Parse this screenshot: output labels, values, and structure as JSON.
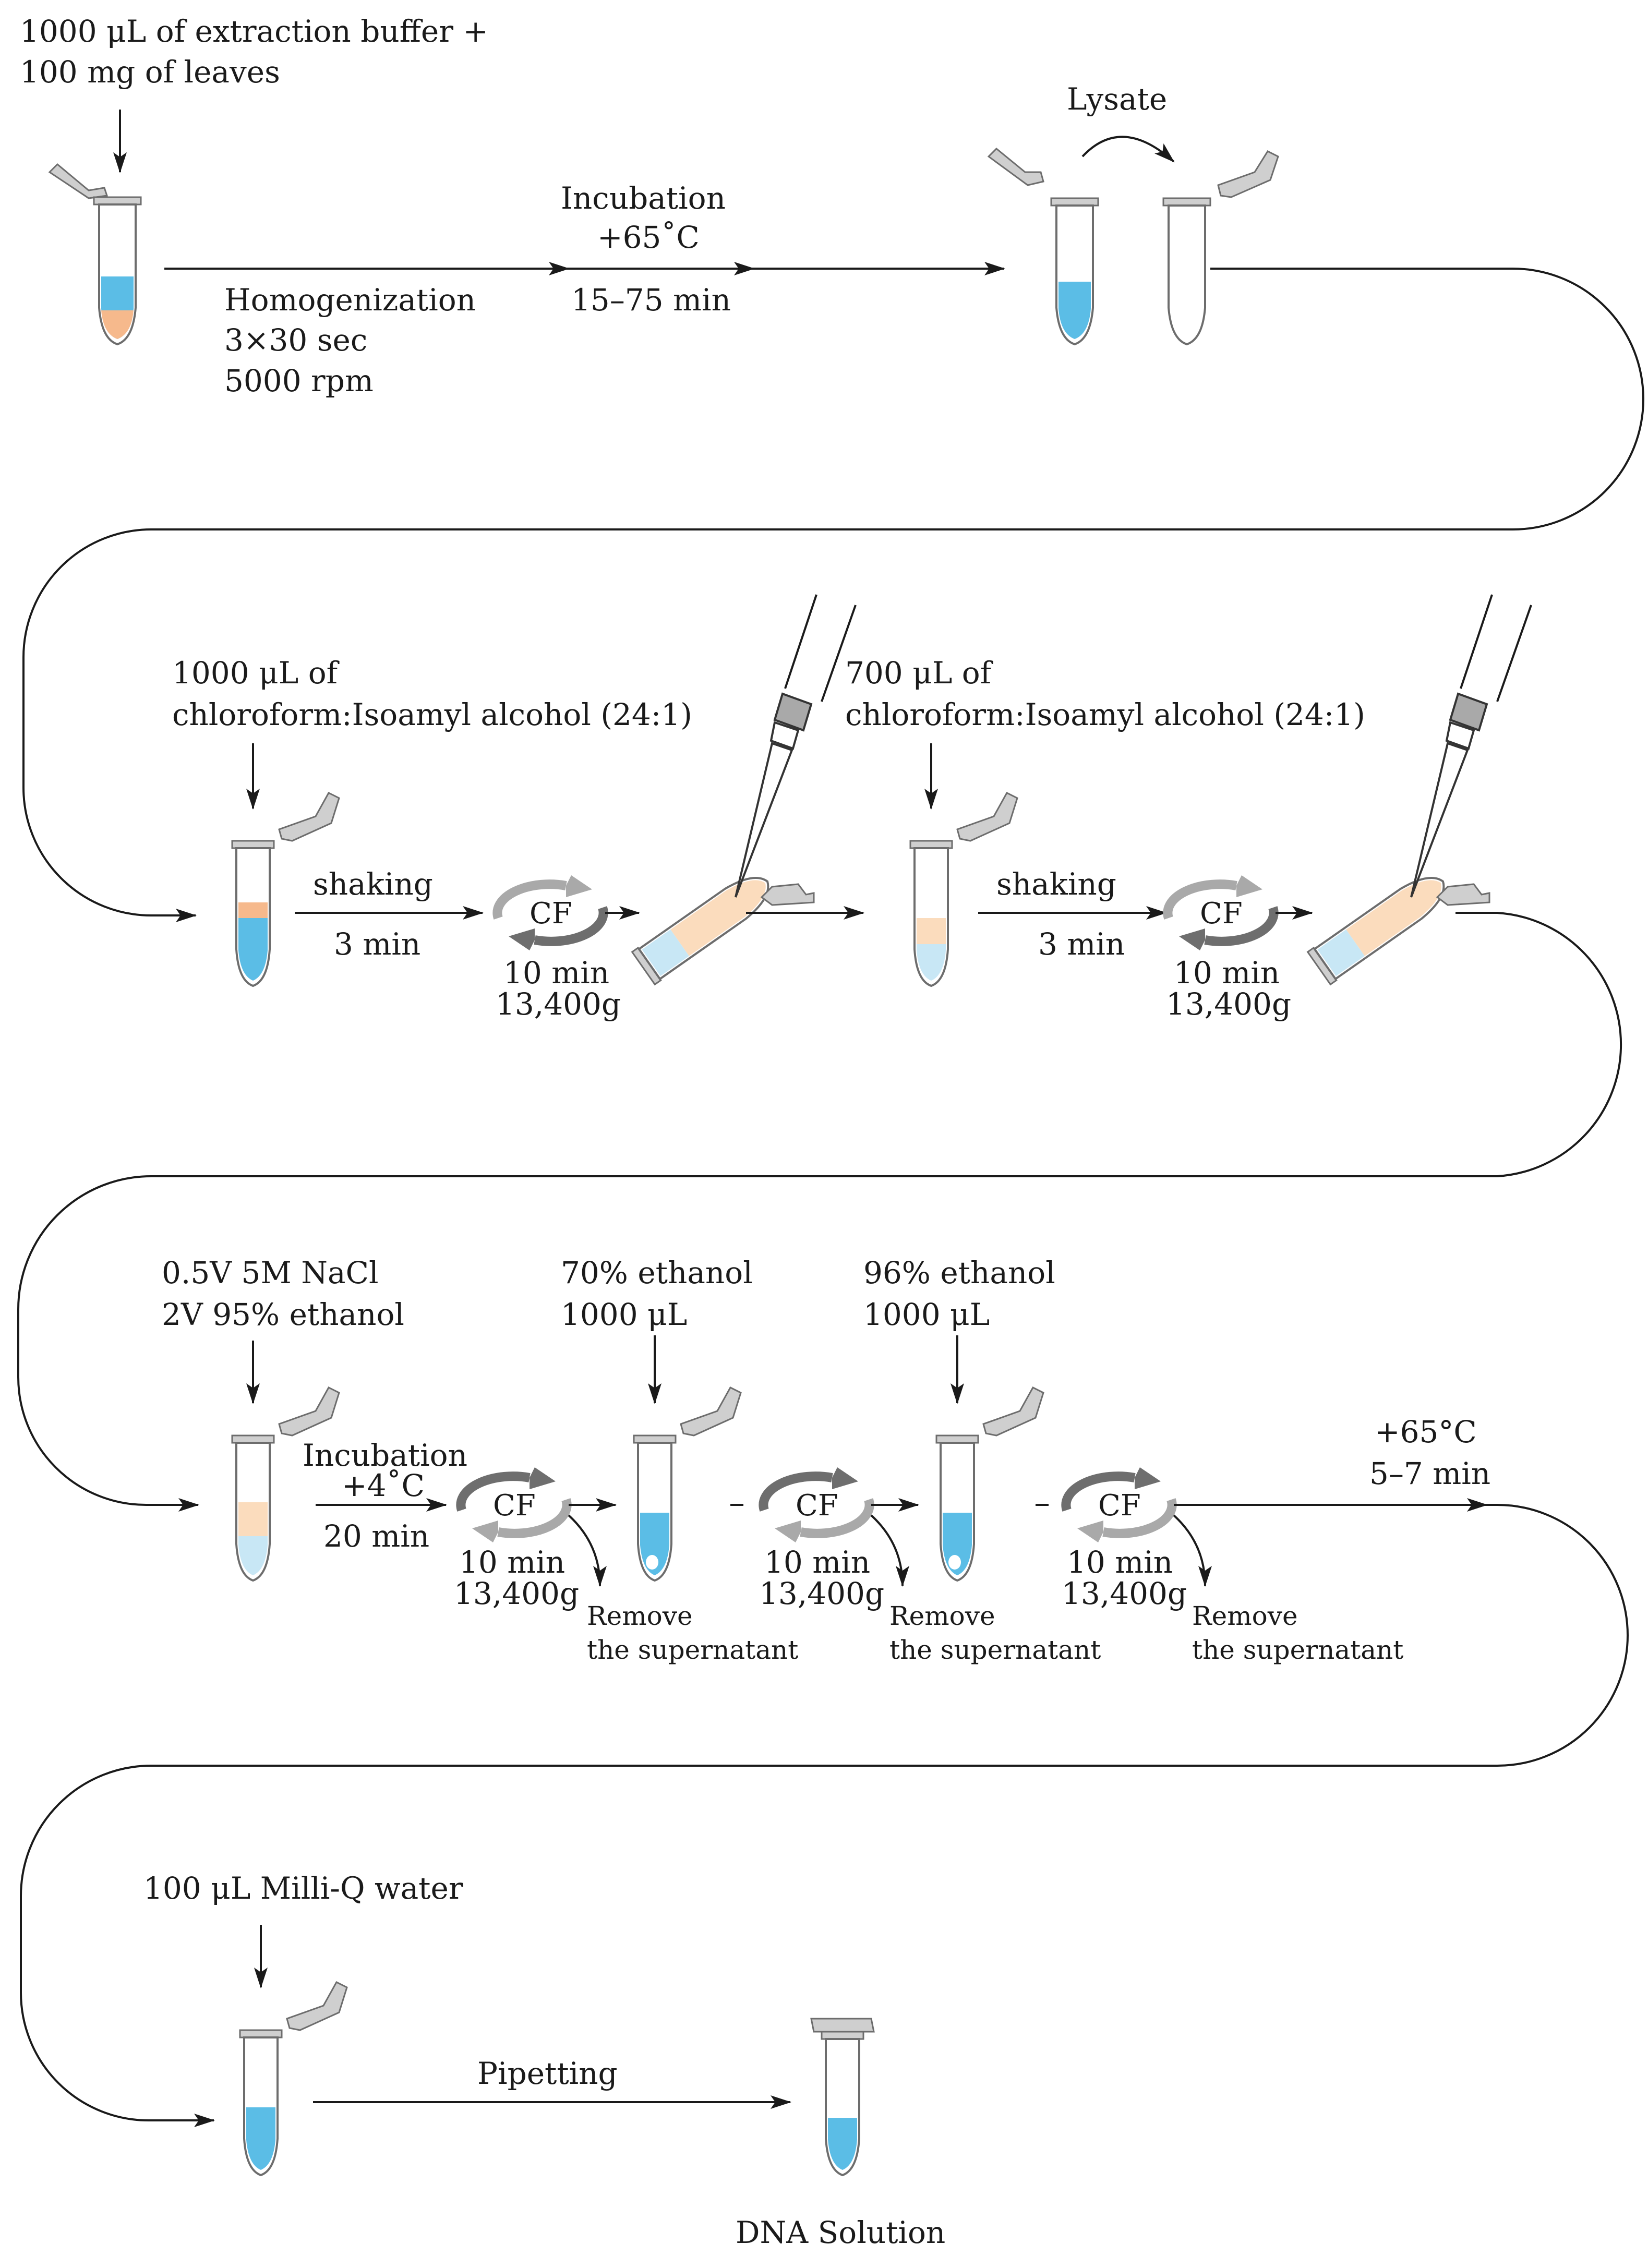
{
  "colors": {
    "blue": "#5bbde6",
    "light_blue": "#c8e7f5",
    "orange": "#f6b98c",
    "light_orange": "#fbdcbd",
    "gray_dark": "#6e6e6e",
    "gray_light": "#a9a9a9",
    "line": "#1a1a1a"
  },
  "row1": {
    "start_note": [
      "1000 μL of extraction buffer +",
      "100 mg of leaves"
    ],
    "lysate_label": "Lysate",
    "homogenization": [
      "Homogenization",
      "3×30 sec",
      "5000 rpm"
    ],
    "incubation": [
      "Incubation",
      "+65˚C"
    ],
    "incubation_time": "15–75 min"
  },
  "row2": {
    "add1": [
      "1000 μL of",
      "chloroform:Isoamyl alcohol (24:1)"
    ],
    "add2": [
      "700 μL of",
      "chloroform:Isoamyl alcohol (24:1)"
    ],
    "shaking1": [
      "shaking",
      "3 min"
    ],
    "shaking2": [
      "shaking",
      "3 min"
    ],
    "cf1": [
      "10 min",
      "13,400g"
    ],
    "cf2": [
      "10 min",
      "13,400g"
    ]
  },
  "row3": {
    "add_nacl": [
      "0.5V 5M NaCl",
      "2V 95% ethanol"
    ],
    "ethanol70": [
      "70% ethanol",
      "1000 μL"
    ],
    "ethanol96": [
      "96% ethanol",
      "1000 μL"
    ],
    "incubation": [
      "Incubation",
      "+4˚C",
      "20 min"
    ],
    "cf1": [
      "10 min",
      "13,400g"
    ],
    "cf2": [
      "10 min",
      "13,400g"
    ],
    "cf3": [
      "10 min",
      "13,400g"
    ],
    "remove1": [
      "Remove",
      "the supernatant"
    ],
    "remove2": [
      "Remove",
      "the supernatant"
    ],
    "remove3": [
      "Remove",
      "the supernatant"
    ],
    "dry": [
      "+65°C",
      "5–7 min"
    ]
  },
  "row4": {
    "water": "100 μL Milli-Q water",
    "pipetting": "Pipetting",
    "result": "DNA Solution"
  },
  "cf_label": "CF"
}
